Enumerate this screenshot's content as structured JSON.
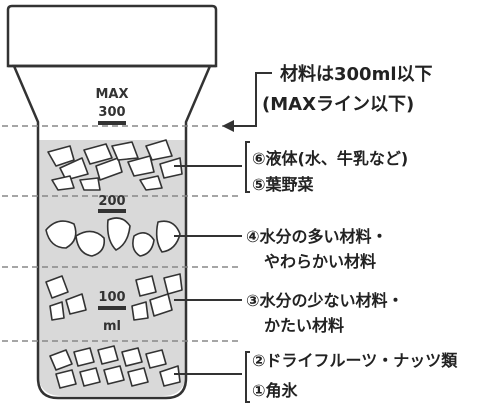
{
  "annotations": {
    "max_note_line1": "材料は300ml以下",
    "max_note_line2": "(MAXライン以下)",
    "layer6_liquid": "⑥液体(水、牛乳など)",
    "layer5_leafy": "⑤葉野菜",
    "layer4_line1": "④水分の多い材料・",
    "layer4_line2": "やわらかい材料",
    "layer3_line1": "③水分の少ない材料・",
    "layer3_line2": "かたい材料",
    "layer2_dried": "②ドライフルーツ・ナッツ類",
    "layer1_ice": "①角氷"
  },
  "scale": {
    "max_label": "MAX",
    "mark_300": "300",
    "mark_200": "200",
    "mark_100": "100",
    "unit": "ml"
  },
  "colors": {
    "outline": "#333333",
    "liquid_fill": "#d9d9d9",
    "ingredient_fill": "#ffffff",
    "dashed_line": "#888888"
  },
  "icons": {
    "arrow": "arrow-left-icon"
  }
}
